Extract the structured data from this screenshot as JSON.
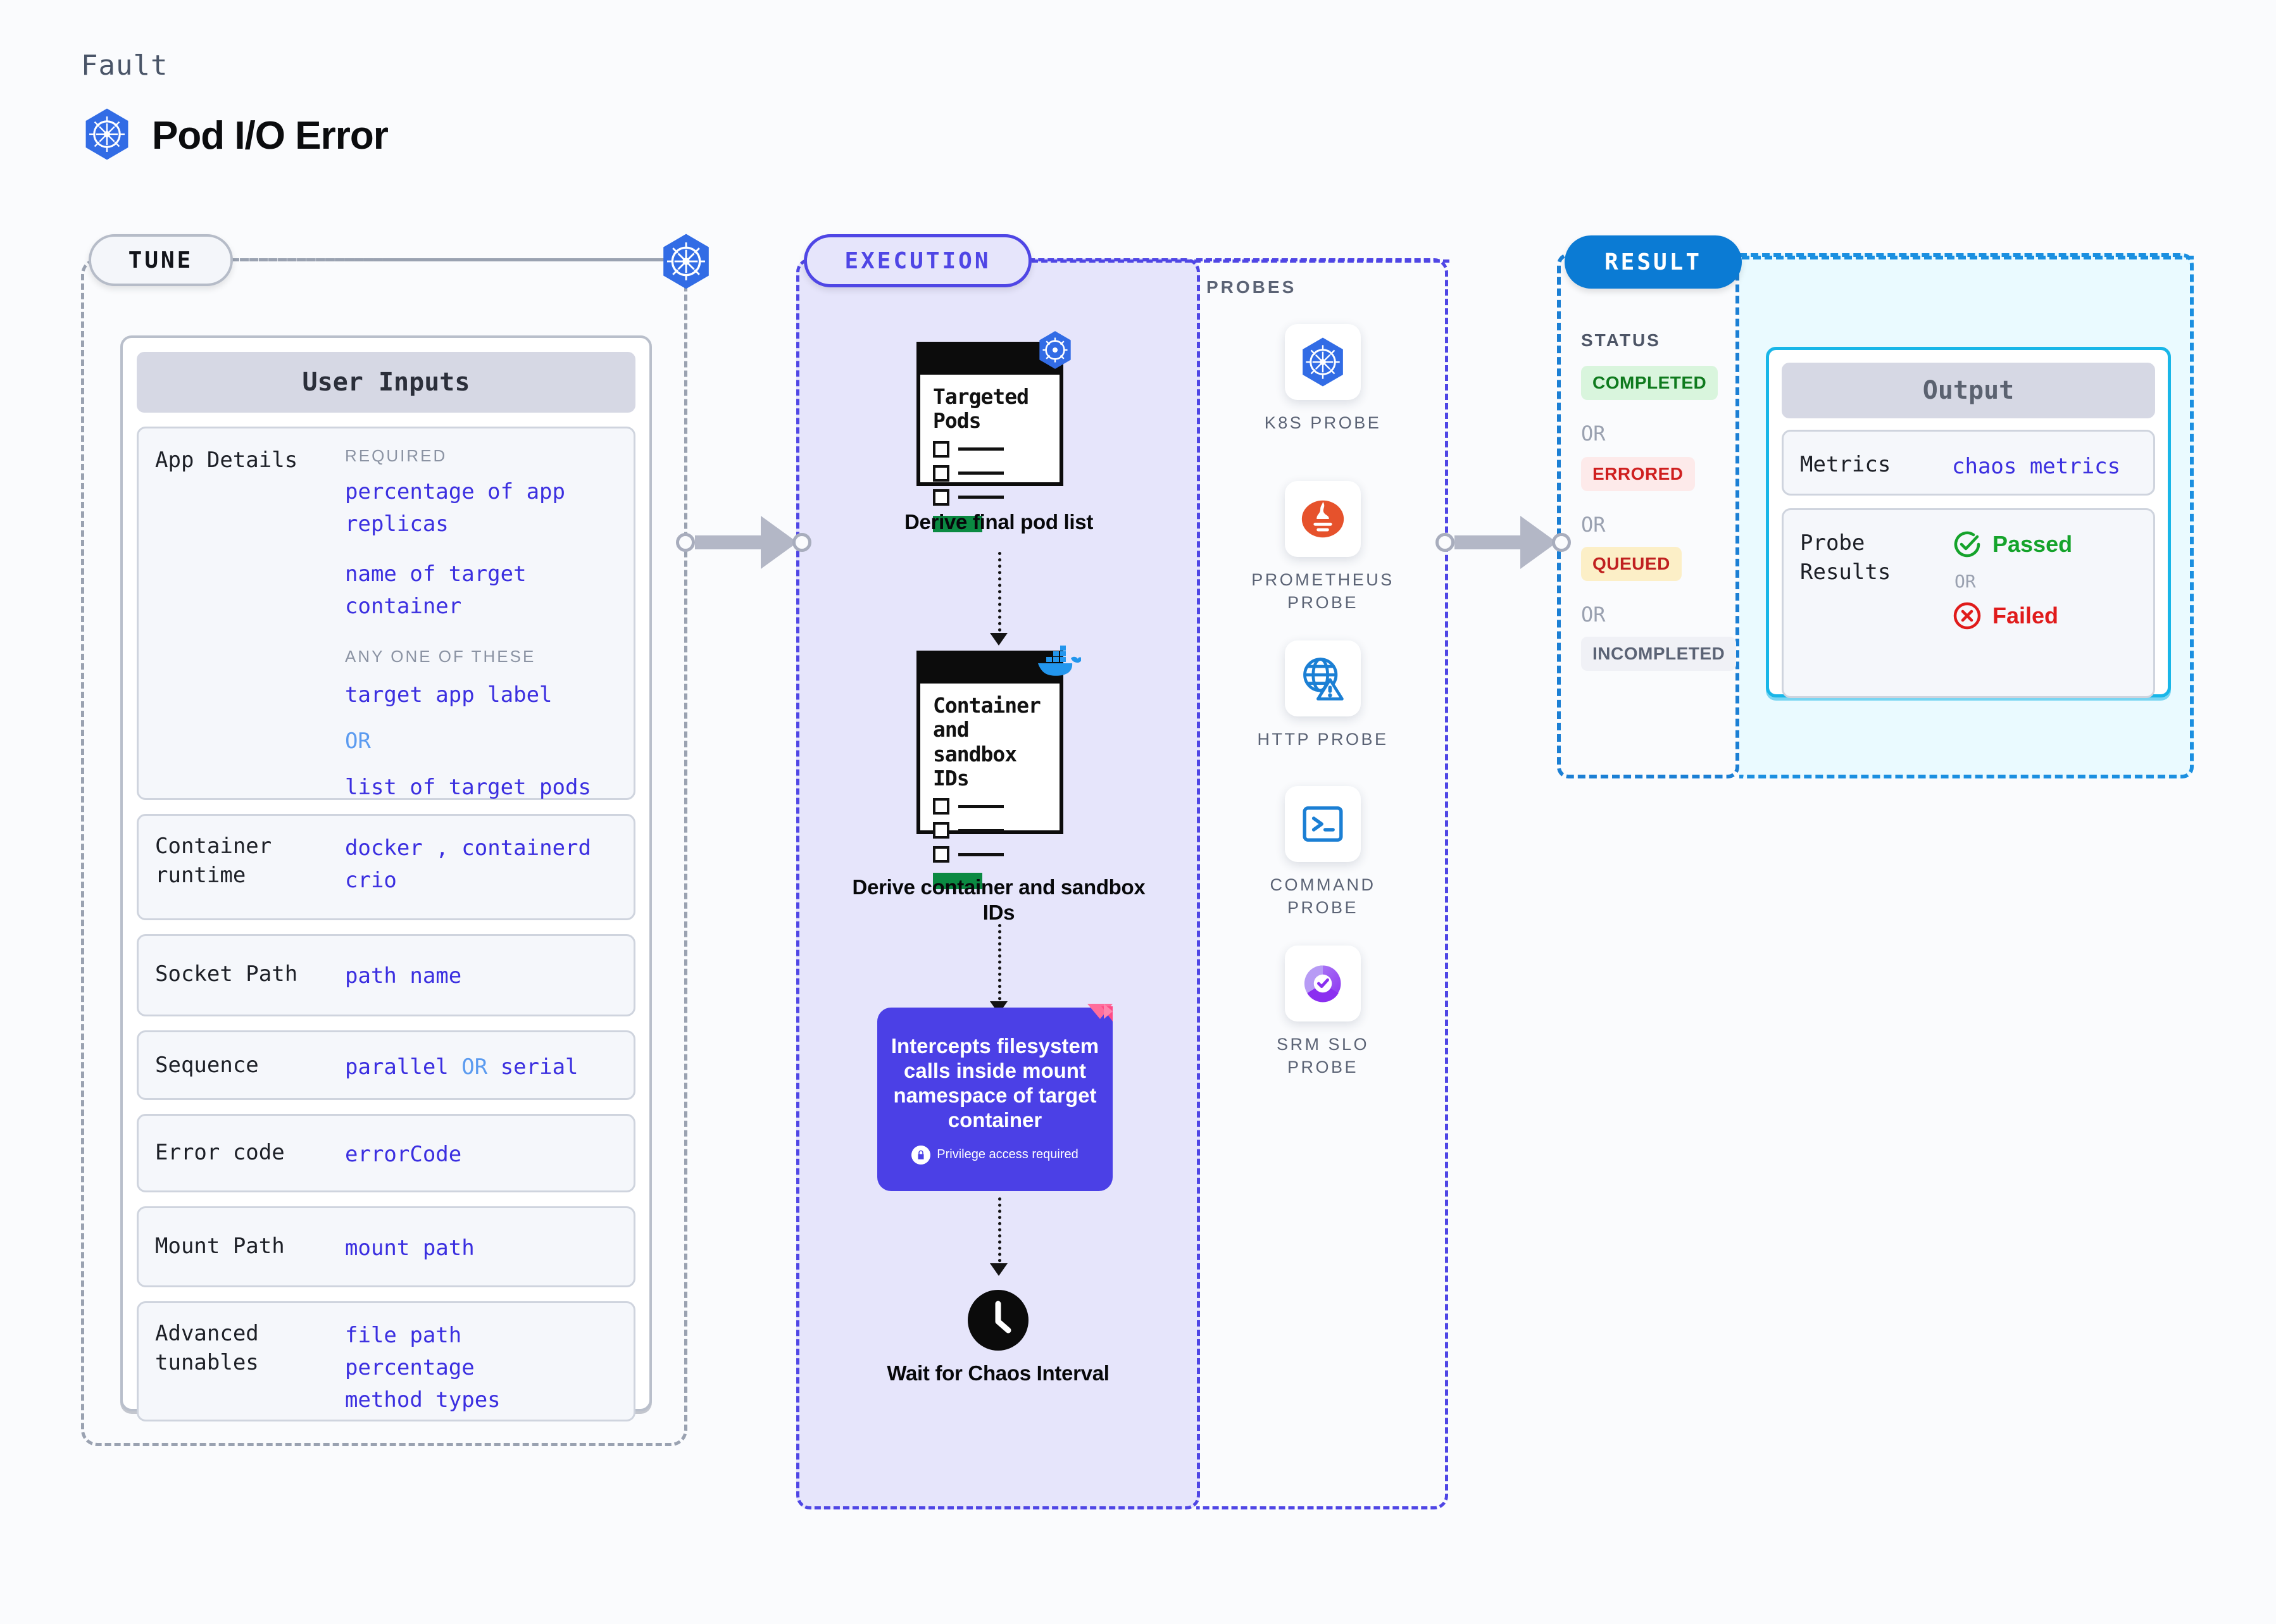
{
  "header": {
    "kicker": "Fault",
    "title": "Pod I/O Error",
    "logo_icon": "kubernetes-icon"
  },
  "phases": {
    "tune": {
      "label": "TUNE"
    },
    "execution": {
      "label": "EXECUTION"
    },
    "result": {
      "label": "RESULT"
    }
  },
  "tune": {
    "card_title": "User Inputs",
    "rows": [
      {
        "label": "App Details",
        "groups": [
          {
            "caption": "REQUIRED",
            "values": [
              "percentage of app replicas",
              "name of target container"
            ]
          },
          {
            "caption": "ANY ONE OF THESE",
            "values": [
              "target app label",
              "OR",
              "list of target pods"
            ]
          }
        ]
      },
      {
        "label": "Container runtime",
        "values": [
          "docker , containerd",
          "crio"
        ]
      },
      {
        "label": "Socket Path",
        "values": [
          "path name"
        ]
      },
      {
        "label": "Sequence",
        "values": [
          "parallel OR serial"
        ]
      },
      {
        "label": "Error code",
        "values": [
          "errorCode"
        ]
      },
      {
        "label": "Mount Path",
        "values": [
          "mount path"
        ]
      },
      {
        "label": "Advanced tunables",
        "values": [
          "file path",
          "percentage",
          "method types"
        ]
      }
    ],
    "row_values": {
      "app_required_1": "percentage of app",
      "app_required_1b": "replicas",
      "app_required_2": "name of target",
      "app_required_2b": "container",
      "req_caption": "REQUIRED",
      "anyone_caption": "ANY ONE OF THESE",
      "any_1": "target app label",
      "any_or": "OR",
      "any_2": "list of target pods",
      "runtime_label": "Container runtime",
      "runtime_1": "docker",
      "runtime_comma": ",",
      "runtime_2": "containerd",
      "runtime_3": "crio",
      "socket_label": "Socket Path",
      "socket_val": "path name",
      "seq_label": "Sequence",
      "seq_a": "parallel",
      "seq_or": "OR",
      "seq_b": "serial",
      "err_label": "Error code",
      "err_val": "errorCode",
      "mount_label": "Mount Path",
      "mount_val": "mount path",
      "adv_label": "Advanced tunables",
      "adv_1": "file path",
      "adv_2": "percentage",
      "adv_3": "method types",
      "app_label": "App Details"
    }
  },
  "execution": {
    "steps": [
      {
        "doc_title": "Targeted Pods",
        "caption": "Derive final pod list",
        "badge_icon": "kubernetes-icon"
      },
      {
        "doc_title": "Container and sandbox IDs",
        "caption": "Derive container and sandbox IDs",
        "badge_icon": "docker-icon"
      }
    ],
    "doc1_title_line1": "Targeted",
    "doc1_title_line2": "Pods",
    "doc1_caption": "Derive final pod list",
    "doc2_title_line1": "Container",
    "doc2_title_line2": "and",
    "doc2_title_line3": "sandbox",
    "doc2_title_line4": "IDs",
    "doc2_caption": "Derive container and sandbox IDs",
    "action_box": {
      "text": "Intercepts filesystem calls inside mount namespace of target container",
      "privilege_note": "Privilege access required",
      "lock_icon": "lock-icon",
      "corner_icon": "litmus-icon"
    },
    "wait_step": {
      "caption": "Wait for Chaos Interval",
      "icon": "clock-icon"
    }
  },
  "probes": {
    "title": "PROBES",
    "items": [
      {
        "icon": "kubernetes-icon",
        "label": "K8S PROBE"
      },
      {
        "icon": "prometheus-icon",
        "label": "PROMETHEUS PROBE"
      },
      {
        "icon": "http-globe-icon",
        "label": "HTTP PROBE"
      },
      {
        "icon": "command-terminal-icon",
        "label": "COMMAND PROBE"
      },
      {
        "icon": "srm-slo-icon",
        "label": "SRM SLO PROBE"
      }
    ],
    "labels": {
      "k8s": "K8S PROBE",
      "prometheus_l1": "PROMETHEUS",
      "prometheus_l2": "PROBE",
      "http": "HTTP PROBE",
      "command_l1": "COMMAND",
      "command_l2": "PROBE",
      "srm_l1": "SRM SLO",
      "srm_l2": "PROBE"
    }
  },
  "result": {
    "status_title": "STATUS",
    "badges": [
      {
        "label": "COMPLETED",
        "bg": "#d9f5dd",
        "fg": "#0f7a1e"
      },
      {
        "label": "ERRORED",
        "bg": "#fdeaea",
        "fg": "#cf1f1f"
      },
      {
        "label": "QUEUED",
        "bg": "#fcefc7",
        "fg": "#c02020"
      },
      {
        "label": "INCOMPLETED",
        "bg": "#f0f1f6",
        "fg": "#5b6375"
      }
    ],
    "badge_completed": "COMPLETED",
    "badge_errored": "ERRORED",
    "badge_queued": "QUEUED",
    "badge_incompleted": "INCOMPLETED",
    "or_text": "OR",
    "output": {
      "card_title": "Output",
      "metrics_label": "Metrics",
      "metrics_value": "chaos metrics",
      "probe_label": "Probe Results",
      "passed_label": "Passed",
      "failed_label": "Failed",
      "or_text": "OR",
      "passed_icon": "check-circle-icon",
      "failed_icon": "x-circle-icon"
    }
  },
  "colors": {
    "kubernetes_blue": "#326ce5",
    "execution_purple": "#4f46e5",
    "result_blue": "#0b7bd4",
    "output_cyan": "#19b6e8",
    "accent_indigo": "#3b2fe0",
    "success_green": "#0f7a1e",
    "error_red": "#cf1f1f"
  }
}
